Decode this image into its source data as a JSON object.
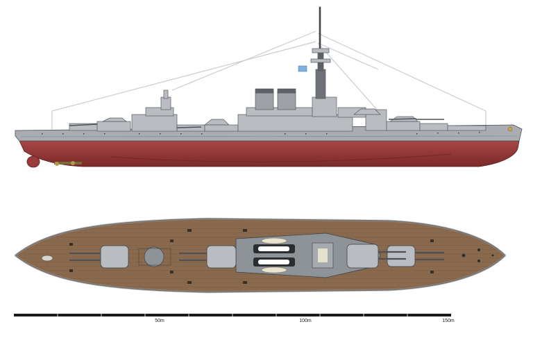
{
  "figure": {
    "views": [
      "side-profile",
      "top-plan"
    ],
    "colors": {
      "hull_gray": "#a9adb1",
      "hull_gray_dark": "#7e8388",
      "antifouling_red": "#9b3a3a",
      "antifouling_red_dark": "#6e2323",
      "deck_wood": "#8a6a4e",
      "deck_wood_dark": "#6d5239",
      "superstructure_gray": "#b9bdc1",
      "ink": "#1a1a1a"
    }
  },
  "scale_bar": {
    "labels": [
      "50m",
      "100m",
      "150m"
    ]
  }
}
